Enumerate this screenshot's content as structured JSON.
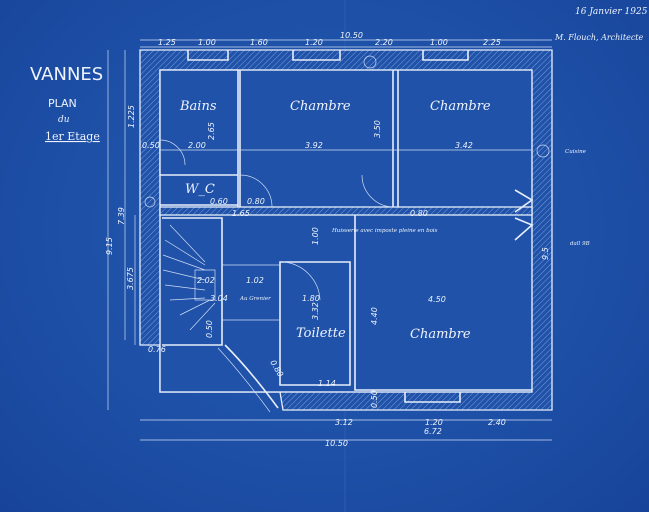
{
  "header": {
    "city": "VANNES",
    "plan": "PLAN",
    "du": "du",
    "floor": "1er Etage",
    "date": "16 Janvier 1925",
    "signature": "M. Flouch, Architecte"
  },
  "rooms": {
    "bains": "Bains",
    "chambre_1": "Chambre",
    "chambre_2": "Chambre",
    "wc": "W_C",
    "toilette": "Toilette",
    "chambre_3": "Chambre"
  },
  "notes": {
    "huisserie": "Huisserie avec imposte pleine en bois",
    "grenier": "Au Grenier",
    "cuisine": "Cuisine",
    "lucarne": "dall 9B"
  },
  "dimensions": {
    "top_total": "10.50",
    "top_segments": [
      "1.25",
      "1.00",
      "1.60",
      "1.20",
      "2.20",
      "1.00",
      "2.25"
    ],
    "row_widths": [
      "0.50",
      "2.00",
      "3.92",
      "3.42"
    ],
    "depths": [
      "1.225",
      "2.65",
      "3.50",
      "9.15",
      "7.39",
      "3.675",
      "4.40",
      "1.00",
      "3.32"
    ],
    "doors": [
      "0.60",
      "0.80",
      "1.65",
      "0.80",
      "0.80",
      "0.76",
      "0.50",
      "0.50"
    ],
    "interior": [
      "4.50",
      "1.80",
      "1.14",
      "1.02",
      "2.02",
      "3.04",
      "9.5"
    ],
    "bottom_segments": [
      "3.12",
      "1.20",
      "2.40"
    ],
    "bottom_sub": "6.72",
    "bottom_total": "10.50"
  }
}
